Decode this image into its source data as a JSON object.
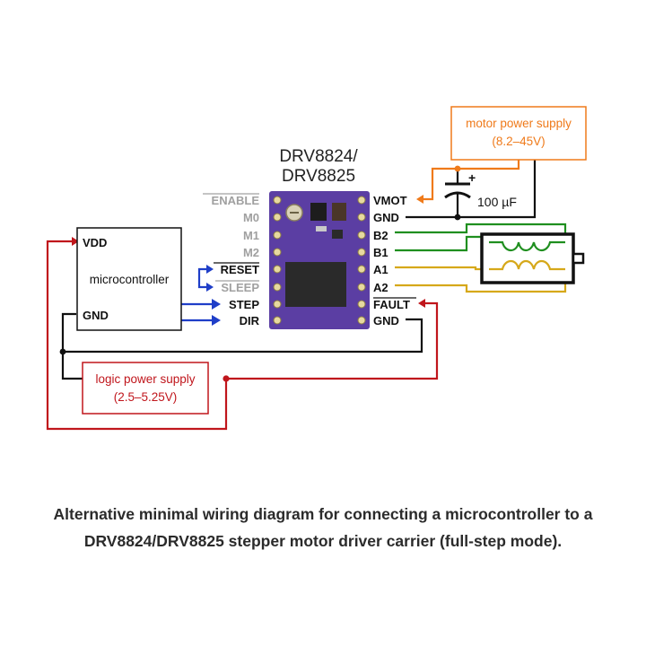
{
  "colors": {
    "red": "#c0161c",
    "orange": "#ef7a1a",
    "blue": "#1f3ec8",
    "black": "#111111",
    "green": "#1f8f1f",
    "yellow": "#d6a81a",
    "pin_gray": "#a0a0a0",
    "board": "#5b3ea3"
  },
  "board": {
    "title_line1": "DRV8824/",
    "title_line2": "DRV8825",
    "left_pins": [
      "ENABLE",
      "M0",
      "M1",
      "M2",
      "RESET",
      "SLEEP",
      "STEP",
      "DIR"
    ],
    "right_pins": [
      "VMOT",
      "GND",
      "B2",
      "B1",
      "A1",
      "A2",
      "FAULT",
      "GND"
    ]
  },
  "microcontroller": {
    "label": "microcontroller",
    "vdd": "VDD",
    "gnd": "GND"
  },
  "motor_supply": {
    "line1": "motor power supply",
    "line2": "(8.2–45V)"
  },
  "logic_supply": {
    "line1": "logic power supply",
    "line2": "(2.5–5.25V)"
  },
  "capacitor": {
    "value": "100 µF",
    "polarity": "+"
  },
  "caption": {
    "line1": "Alternative minimal wiring diagram for connecting a microcontroller to a",
    "line2": "DRV8824/DRV8825 stepper motor driver carrier (full-step mode)."
  }
}
